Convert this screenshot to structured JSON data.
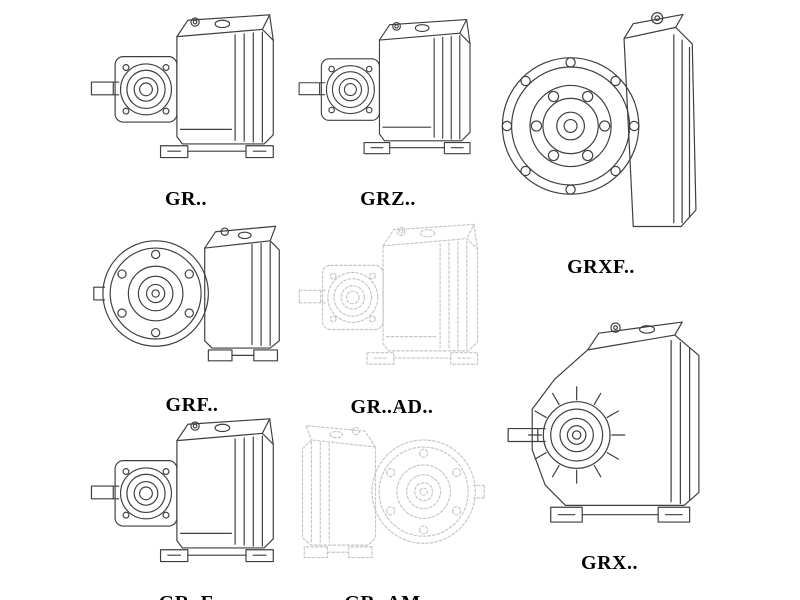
{
  "colors": {
    "line": "#3f3f3f",
    "ghost": "#c6c6c6",
    "label": "#000000",
    "background": "#ffffff"
  },
  "figures": [
    {
      "label": "GR..",
      "variant": "foot-mounted-gearbox",
      "style": "solid"
    },
    {
      "label": "GRZ..",
      "variant": "foot-mounted-gearbox",
      "style": "solid"
    },
    {
      "label": "GRXF..",
      "variant": "large-flange-gearbox",
      "style": "solid"
    },
    {
      "label": "GRF..",
      "variant": "flange-mounted-gearbox",
      "style": "solid"
    },
    {
      "label": "GR..AD..",
      "variant": "adapter-gearbox",
      "style": "ghost"
    },
    {
      "label": "GR..F",
      "variant": "foot-mounted-gearbox",
      "style": "solid"
    },
    {
      "label": "GR..AM..",
      "variant": "adapter-flange-gearbox",
      "style": "ghost"
    },
    {
      "label": "GRX..",
      "variant": "large-foot-mounted-gearbox",
      "style": "solid"
    }
  ]
}
